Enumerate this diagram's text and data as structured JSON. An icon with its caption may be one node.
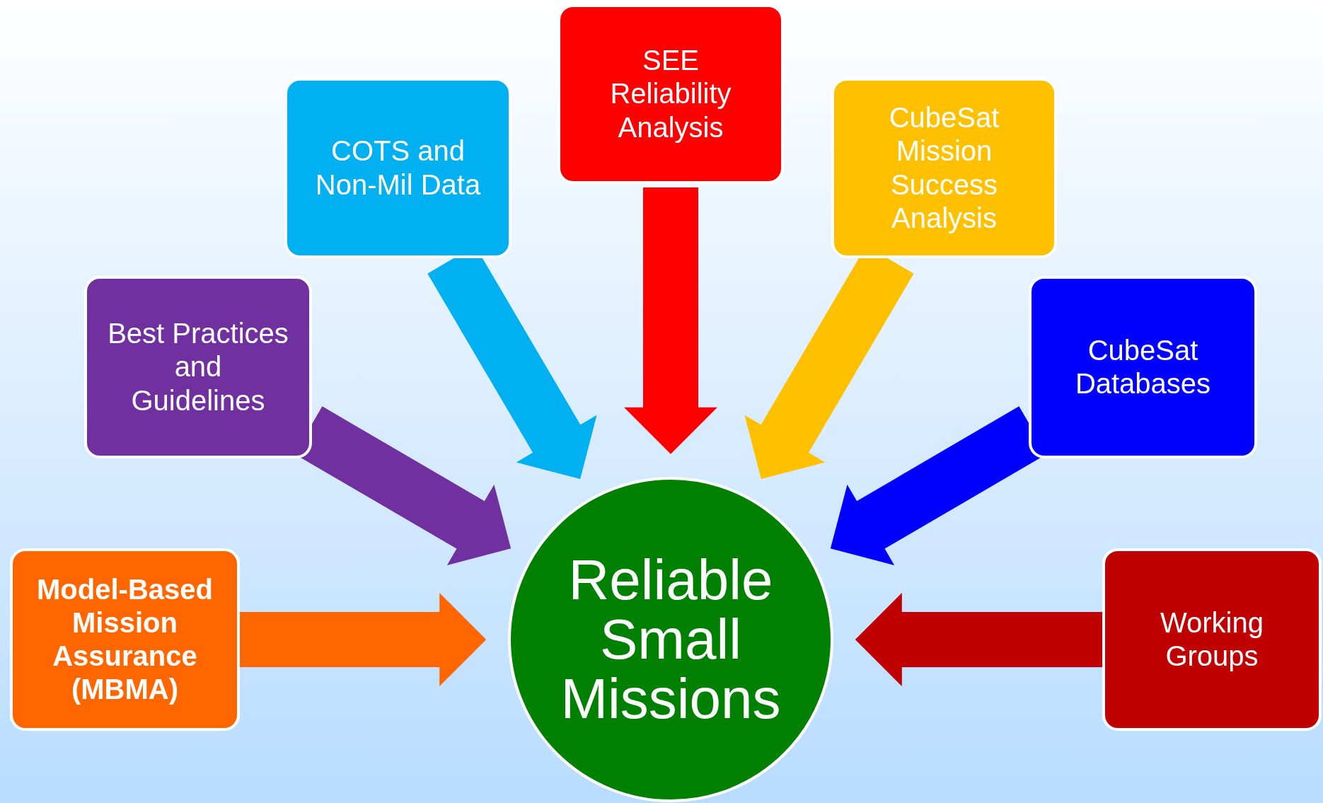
{
  "diagram": {
    "nodes": [
      {
        "text": [
          "Model-Based Mission Assurance (MBMA)"
        ]
      },
      {
        "text": [
          "Best Practices and Guidelines"
        ]
      },
      {
        "text": [
          "COTS and Non-Mil Data"
        ]
      },
      {
        "text": [
          "SEE Reliability Analysis"
        ]
      },
      {
        "text": [
          "CubeSat Mission Success Analysis"
        ]
      },
      {
        "text": [
          "CubeSat Databases"
        ]
      },
      {
        "text": [
          "Working Groups"
        ]
      },
      {
        "text": [
          "Reliable Small Missions"
        ]
      }
    ],
    "edges": [
      {
        "from": 0,
        "to": 7,
        "arrow": "to",
        "style": "thick",
        "color": "#ff6600"
      },
      {
        "from": 1,
        "to": 7,
        "arrow": "to",
        "style": "thick",
        "color": "#7030a0"
      },
      {
        "from": 2,
        "to": 7,
        "arrow": "to",
        "style": "thick",
        "color": "#00b0f0"
      },
      {
        "from": 3,
        "to": 7,
        "arrow": "to",
        "style": "thick",
        "color": "#ff0000"
      },
      {
        "from": 4,
        "to": 7,
        "arrow": "to",
        "style": "thick",
        "color": "#ffc000"
      },
      {
        "from": 5,
        "to": 7,
        "arrow": "to",
        "style": "thick",
        "color": "#0000ff"
      },
      {
        "from": 6,
        "to": 7,
        "arrow": "to",
        "style": "thick",
        "color": "#c00000"
      }
    ]
  }
}
